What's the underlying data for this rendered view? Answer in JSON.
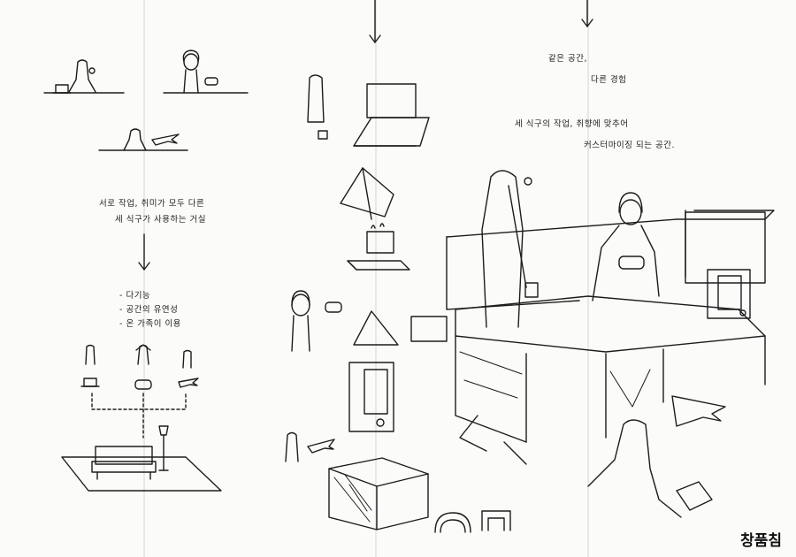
{
  "notes": {
    "left_caption_line1": "서로 작업, 취미가 모두 다른",
    "left_caption_line2": "세 식구가 사용하는 거실",
    "bullet1": "- 다기능",
    "bullet2": "- 공간의 유연성",
    "bullet3": "- 온 가족이 이용",
    "right_line1": "같은 공간,",
    "right_line2": "다른 경험",
    "right_line3": "세 식구의 작업, 취향에 맞추어",
    "right_line4": "커스터마이징 되는 공간."
  },
  "signature": "창품침",
  "icons": [
    "down-arrow-icon",
    "laptop-icon",
    "gamepad-icon",
    "airplane-icon",
    "sofa-icon",
    "floor-lamp-icon",
    "speaker-icon",
    "coffee-mug-icon"
  ]
}
